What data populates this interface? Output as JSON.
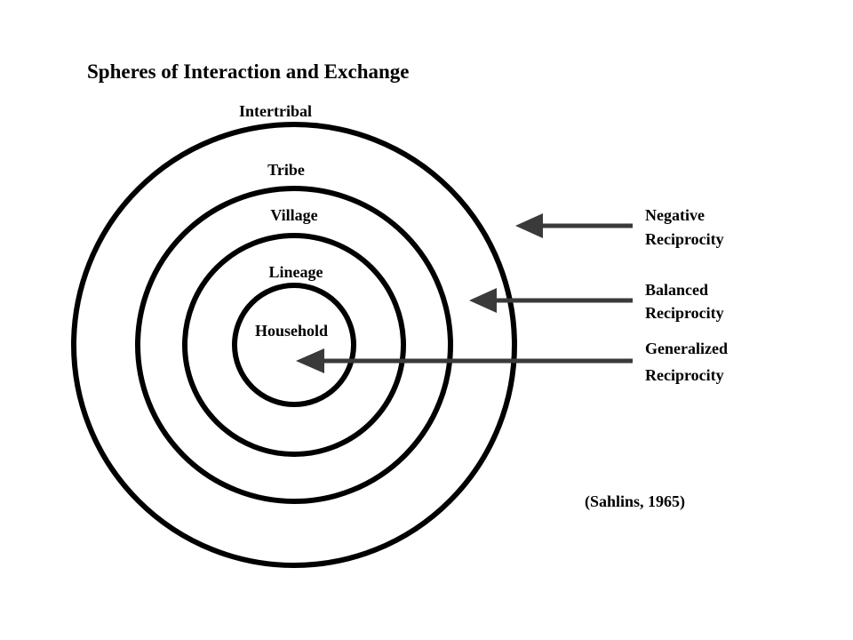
{
  "title": "Spheres of Interaction and Exchange",
  "rings": [
    {
      "id": "intertribal",
      "label": "Intertribal"
    },
    {
      "id": "tribe",
      "label": "Tribe"
    },
    {
      "id": "village",
      "label": "Village"
    },
    {
      "id": "lineage",
      "label": "Lineage"
    },
    {
      "id": "household",
      "label": "Household"
    }
  ],
  "arrows": [
    {
      "id": "negative",
      "line1": "Negative",
      "line2": "Reciprocity"
    },
    {
      "id": "balanced",
      "line1": "Balanced",
      "line2": "Reciprocity"
    },
    {
      "id": "generalized",
      "line1": "Generalized",
      "line2": "Reciprocity"
    }
  ],
  "citation": "(Sahlins, 1965)",
  "colors": {
    "ink": "#000000",
    "arrow": "#3a3a3a",
    "background": "#ffffff"
  }
}
